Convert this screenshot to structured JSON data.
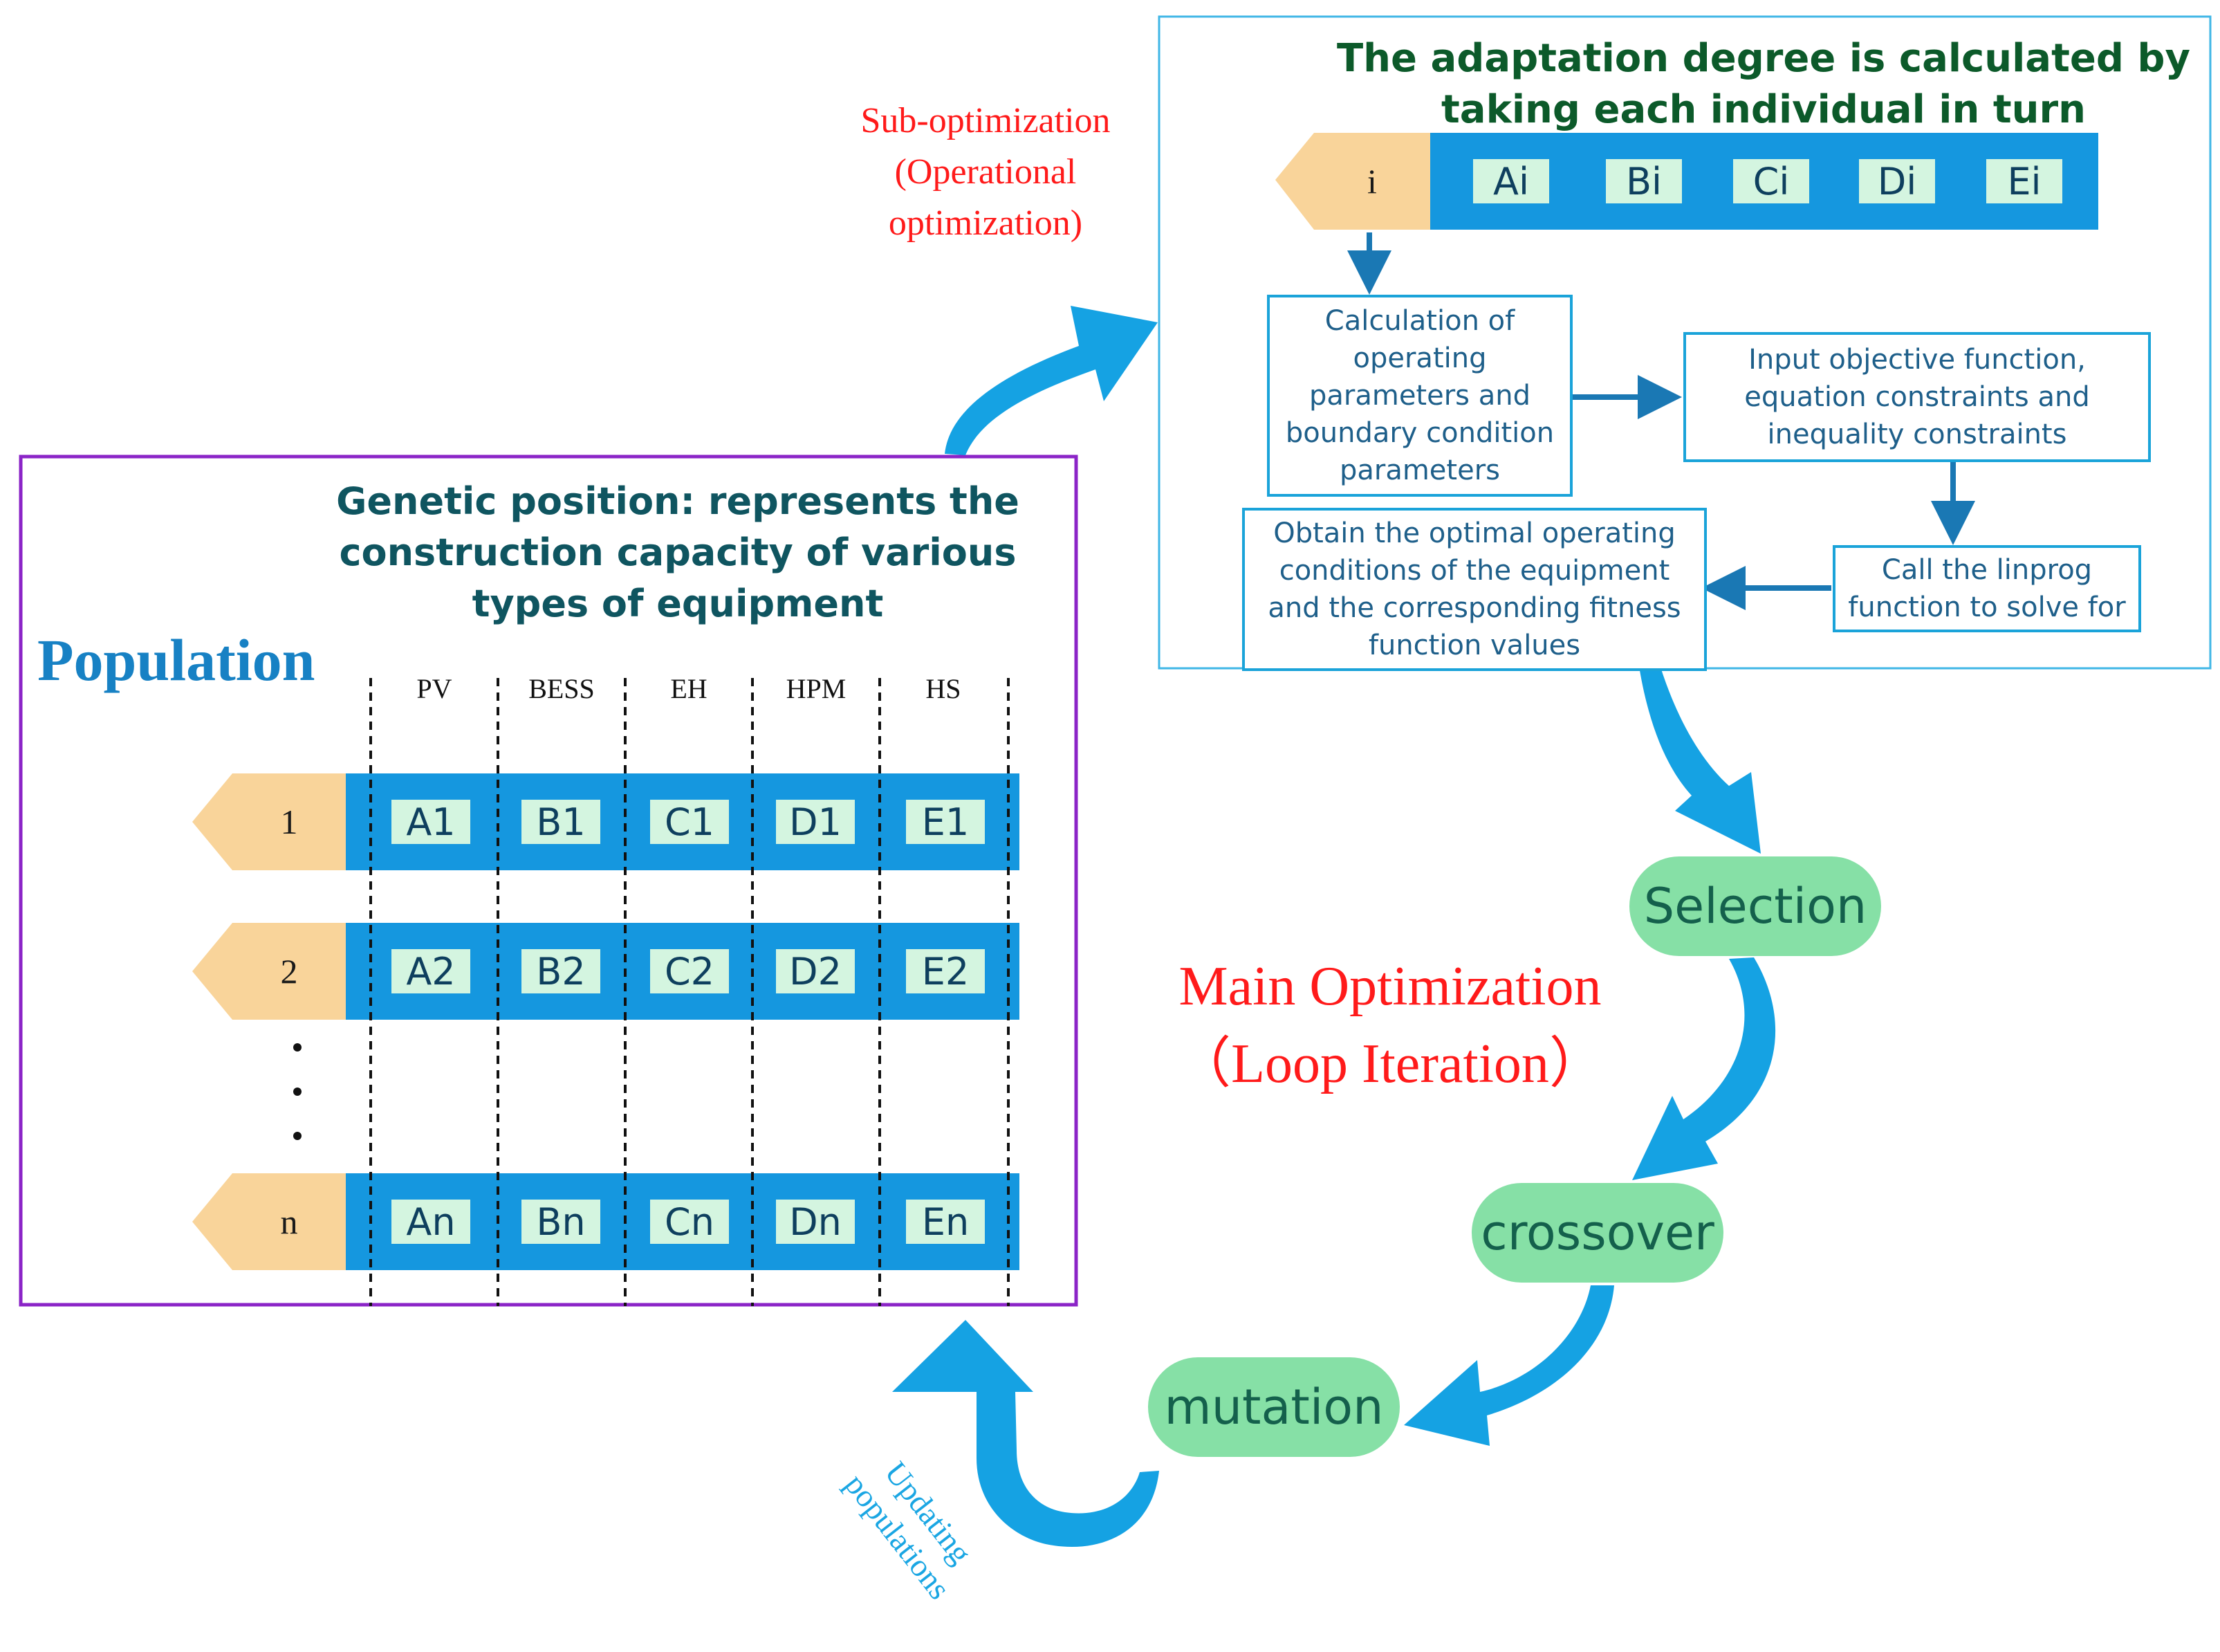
{
  "sub_optimization": {
    "line1": "Sub-optimization",
    "line2": "(Operational",
    "line3": "optimization)"
  },
  "adaptation": {
    "title_line1": "The adaptation degree is calculated by",
    "title_line2": "taking each individual in turn",
    "index": "i",
    "genes": [
      "Ai",
      "Bi",
      "Ci",
      "Di",
      "Ei"
    ]
  },
  "steps": {
    "calc": [
      "Calculation of",
      "operating",
      "parameters and",
      "boundary condition",
      "parameters"
    ],
    "input": [
      "Input objective function,",
      "equation constraints and",
      "inequality constraints"
    ],
    "linprog": [
      "Call the linprog",
      "function to solve for"
    ],
    "obtain": [
      "Obtain the optimal operating",
      "conditions of the equipment",
      "and the corresponding fitness",
      "function values"
    ]
  },
  "population": {
    "heading": "Population",
    "genetic_line1": "Genetic position: represents the",
    "genetic_line2": "construction capacity of various",
    "genetic_line3": "types of equipment",
    "columns": [
      "PV",
      "BESS",
      "EH",
      "HPM",
      "HS"
    ],
    "rows": [
      {
        "index": "1",
        "genes": [
          "A1",
          "B1",
          "C1",
          "D1",
          "E1"
        ]
      },
      {
        "index": "2",
        "genes": [
          "A2",
          "B2",
          "C2",
          "D2",
          "E2"
        ]
      },
      {
        "index": "n",
        "genes": [
          "An",
          "Bn",
          "Cn",
          "Dn",
          "En"
        ]
      }
    ]
  },
  "main_optimization": {
    "line1": "Main Optimization",
    "line2": "（Loop Iteration）"
  },
  "loop_steps": {
    "selection": "Selection",
    "crossover": "crossover",
    "mutation": "mutation"
  },
  "updating": {
    "line1": "Updating",
    "line2": "populations"
  },
  "colors": {
    "blue_arrow": "#15a2e3",
    "band_blue": "#1597df",
    "tag_orange": "#f9d49a",
    "gene_green": "#d4f5e0",
    "pill_green": "#86e0a6",
    "purple_frame": "#8b24c7",
    "red_text": "#ff1a1a",
    "title_green": "#0c5a2a"
  }
}
